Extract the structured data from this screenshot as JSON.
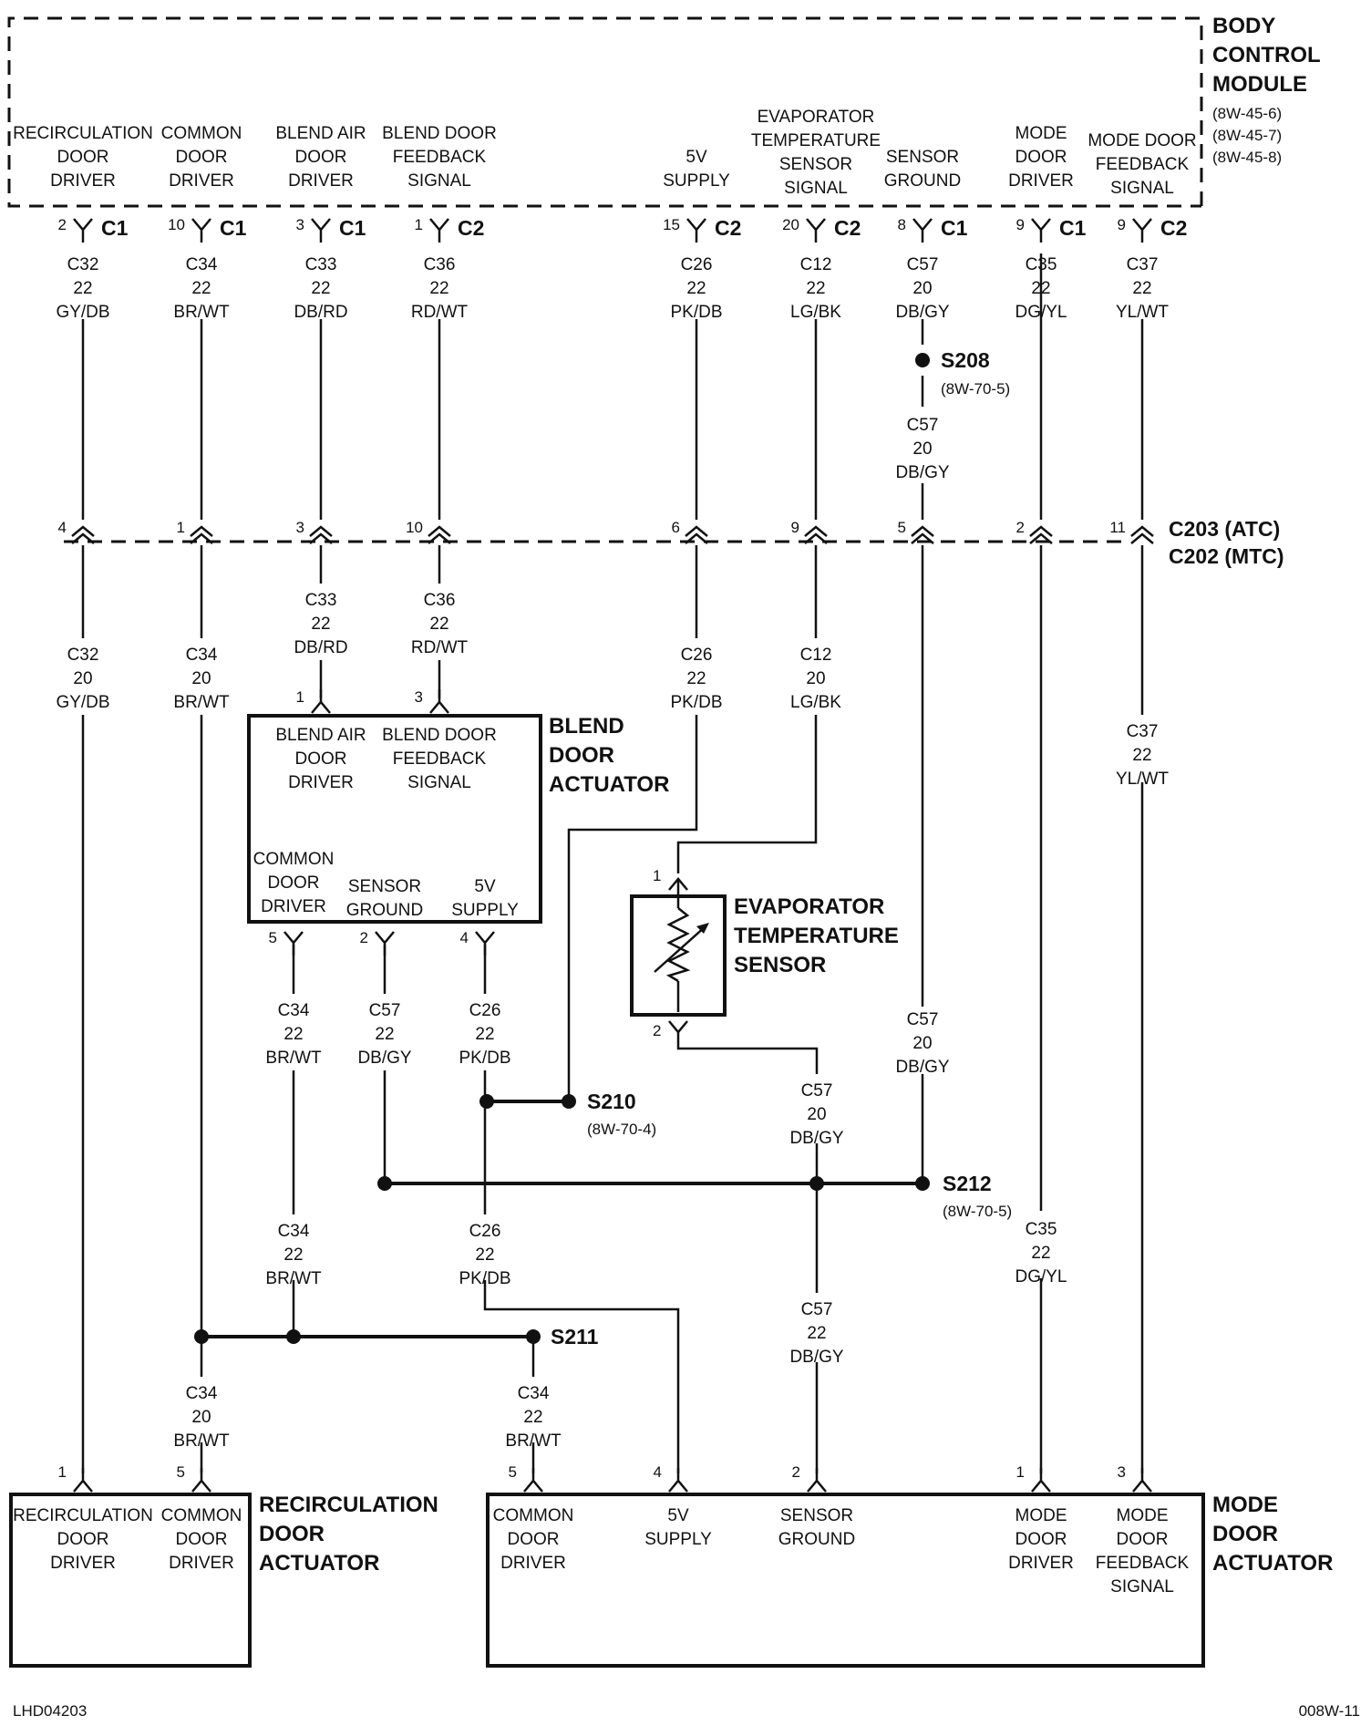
{
  "bcm": {
    "title": [
      "BODY",
      "CONTROL",
      "MODULE"
    ],
    "refs": [
      "(8W-45-6)",
      "(8W-45-7)",
      "(8W-45-8)"
    ]
  },
  "bcm_labels": [
    [
      "RECIRCULATION",
      "DOOR",
      "DRIVER"
    ],
    [
      "COMMON",
      "DOOR",
      "DRIVER"
    ],
    [
      "BLEND AIR",
      "DOOR",
      "DRIVER"
    ],
    [
      "BLEND DOOR",
      "FEEDBACK",
      "SIGNAL"
    ],
    [
      "5V",
      "SUPPLY"
    ],
    [
      "EVAPORATOR",
      "TEMPERATURE",
      "SENSOR",
      "SIGNAL"
    ],
    [
      "SENSOR",
      "GROUND"
    ],
    [
      "MODE",
      "DOOR",
      "DRIVER"
    ],
    [
      "MODE DOOR",
      "FEEDBACK",
      "SIGNAL"
    ]
  ],
  "bcm_pins": [
    {
      "pin": "2",
      "conn": "C1"
    },
    {
      "pin": "10",
      "conn": "C1"
    },
    {
      "pin": "3",
      "conn": "C1"
    },
    {
      "pin": "1",
      "conn": "C2"
    },
    {
      "pin": "15",
      "conn": "C2"
    },
    {
      "pin": "20",
      "conn": "C2"
    },
    {
      "pin": "8",
      "conn": "C1"
    },
    {
      "pin": "9",
      "conn": "C1"
    },
    {
      "pin": "9",
      "conn": "C2"
    }
  ],
  "top_wires": [
    [
      "C32",
      "22",
      "GY/DB"
    ],
    [
      "C34",
      "22",
      "BR/WT"
    ],
    [
      "C33",
      "22",
      "DB/RD"
    ],
    [
      "C36",
      "22",
      "RD/WT"
    ],
    [
      "C26",
      "22",
      "PK/DB"
    ],
    [
      "C12",
      "22",
      "LG/BK"
    ],
    [
      "C57",
      "20",
      "DB/GY"
    ],
    [
      "C35",
      "22",
      "DG/YL"
    ],
    [
      "C37",
      "22",
      "YL/WT"
    ]
  ],
  "s208": {
    "name": "S208",
    "ref": "(8W-70-5)",
    "wire": [
      "C57",
      "20",
      "DB/GY"
    ]
  },
  "inline_connector": {
    "names": [
      "C203 (ATC)",
      "C202 (MTC)"
    ],
    "pins": [
      "4",
      "1",
      "3",
      "10",
      "6",
      "9",
      "5",
      "2",
      "11"
    ]
  },
  "below_inline_wires": [
    [
      "C32",
      "20",
      "GY/DB"
    ],
    [
      "C34",
      "20",
      "BR/WT"
    ],
    [
      "C33",
      "22",
      "DB/RD"
    ],
    [
      "C36",
      "22",
      "RD/WT"
    ],
    [
      "C26",
      "22",
      "PK/DB"
    ],
    [
      "C12",
      "20",
      "LG/BK"
    ],
    [
      "C37",
      "22",
      "YL/WT"
    ]
  ],
  "blend_actuator": {
    "title": [
      "BLEND",
      "DOOR",
      "ACTUATOR"
    ],
    "top_pins": [
      "1",
      "3"
    ],
    "top_labels": [
      [
        "BLEND AIR",
        "DOOR",
        "DRIVER"
      ],
      [
        "BLEND DOOR",
        "FEEDBACK",
        "SIGNAL"
      ]
    ],
    "bottom_labels": [
      [
        "COMMON",
        "DOOR",
        "DRIVER"
      ],
      [
        "SENSOR",
        "GROUND"
      ],
      [
        "5V",
        "SUPPLY"
      ]
    ],
    "bottom_pins": [
      "5",
      "2",
      "4"
    ],
    "bottom_wires": [
      [
        "C34",
        "22",
        "BR/WT"
      ],
      [
        "C57",
        "22",
        "DB/GY"
      ],
      [
        "C26",
        "22",
        "PK/DB"
      ]
    ]
  },
  "evap_sensor": {
    "title": [
      "EVAPORATOR",
      "TEMPERATURE",
      "SENSOR"
    ],
    "pins": [
      "1",
      "2"
    ],
    "wire_out": [
      "C57",
      "20",
      "DB/GY"
    ]
  },
  "sensor_ground_mid": [
    "C57",
    "20",
    "DB/GY"
  ],
  "s210": {
    "name": "S210",
    "ref": "(8W-70-4)"
  },
  "s212": {
    "name": "S212",
    "ref": "(8W-70-5)"
  },
  "s211": {
    "name": "S211"
  },
  "lower_wires": {
    "c34": [
      "C34",
      "22",
      "BR/WT"
    ],
    "c26": [
      "C26",
      "22",
      "PK/DB"
    ],
    "c35": [
      "C35",
      "22",
      "DG/YL"
    ],
    "c57": [
      "C57",
      "22",
      "DB/GY"
    ],
    "c34_recirc": [
      "C34",
      "20",
      "BR/WT"
    ],
    "c34_mode": [
      "C34",
      "22",
      "BR/WT"
    ]
  },
  "recirc_actuator": {
    "title": [
      "RECIRCULATION",
      "DOOR",
      "ACTUATOR"
    ],
    "pins": [
      "1",
      "5"
    ],
    "labels": [
      [
        "RECIRCULATION",
        "DOOR",
        "DRIVER"
      ],
      [
        "COMMON",
        "DOOR",
        "DRIVER"
      ]
    ]
  },
  "mode_actuator": {
    "title": [
      "MODE",
      "DOOR",
      "ACTUATOR"
    ],
    "pins": [
      "5",
      "4",
      "2",
      "1",
      "3"
    ],
    "labels": [
      [
        "COMMON",
        "DOOR",
        "DRIVER"
      ],
      [
        "5V",
        "SUPPLY"
      ],
      [
        "SENSOR",
        "GROUND"
      ],
      [
        "MODE",
        "DOOR",
        "DRIVER"
      ],
      [
        "MODE",
        "DOOR",
        "FEEDBACK",
        "SIGNAL"
      ]
    ]
  },
  "footer": {
    "left": "LHD04203",
    "right": "008W-11"
  }
}
